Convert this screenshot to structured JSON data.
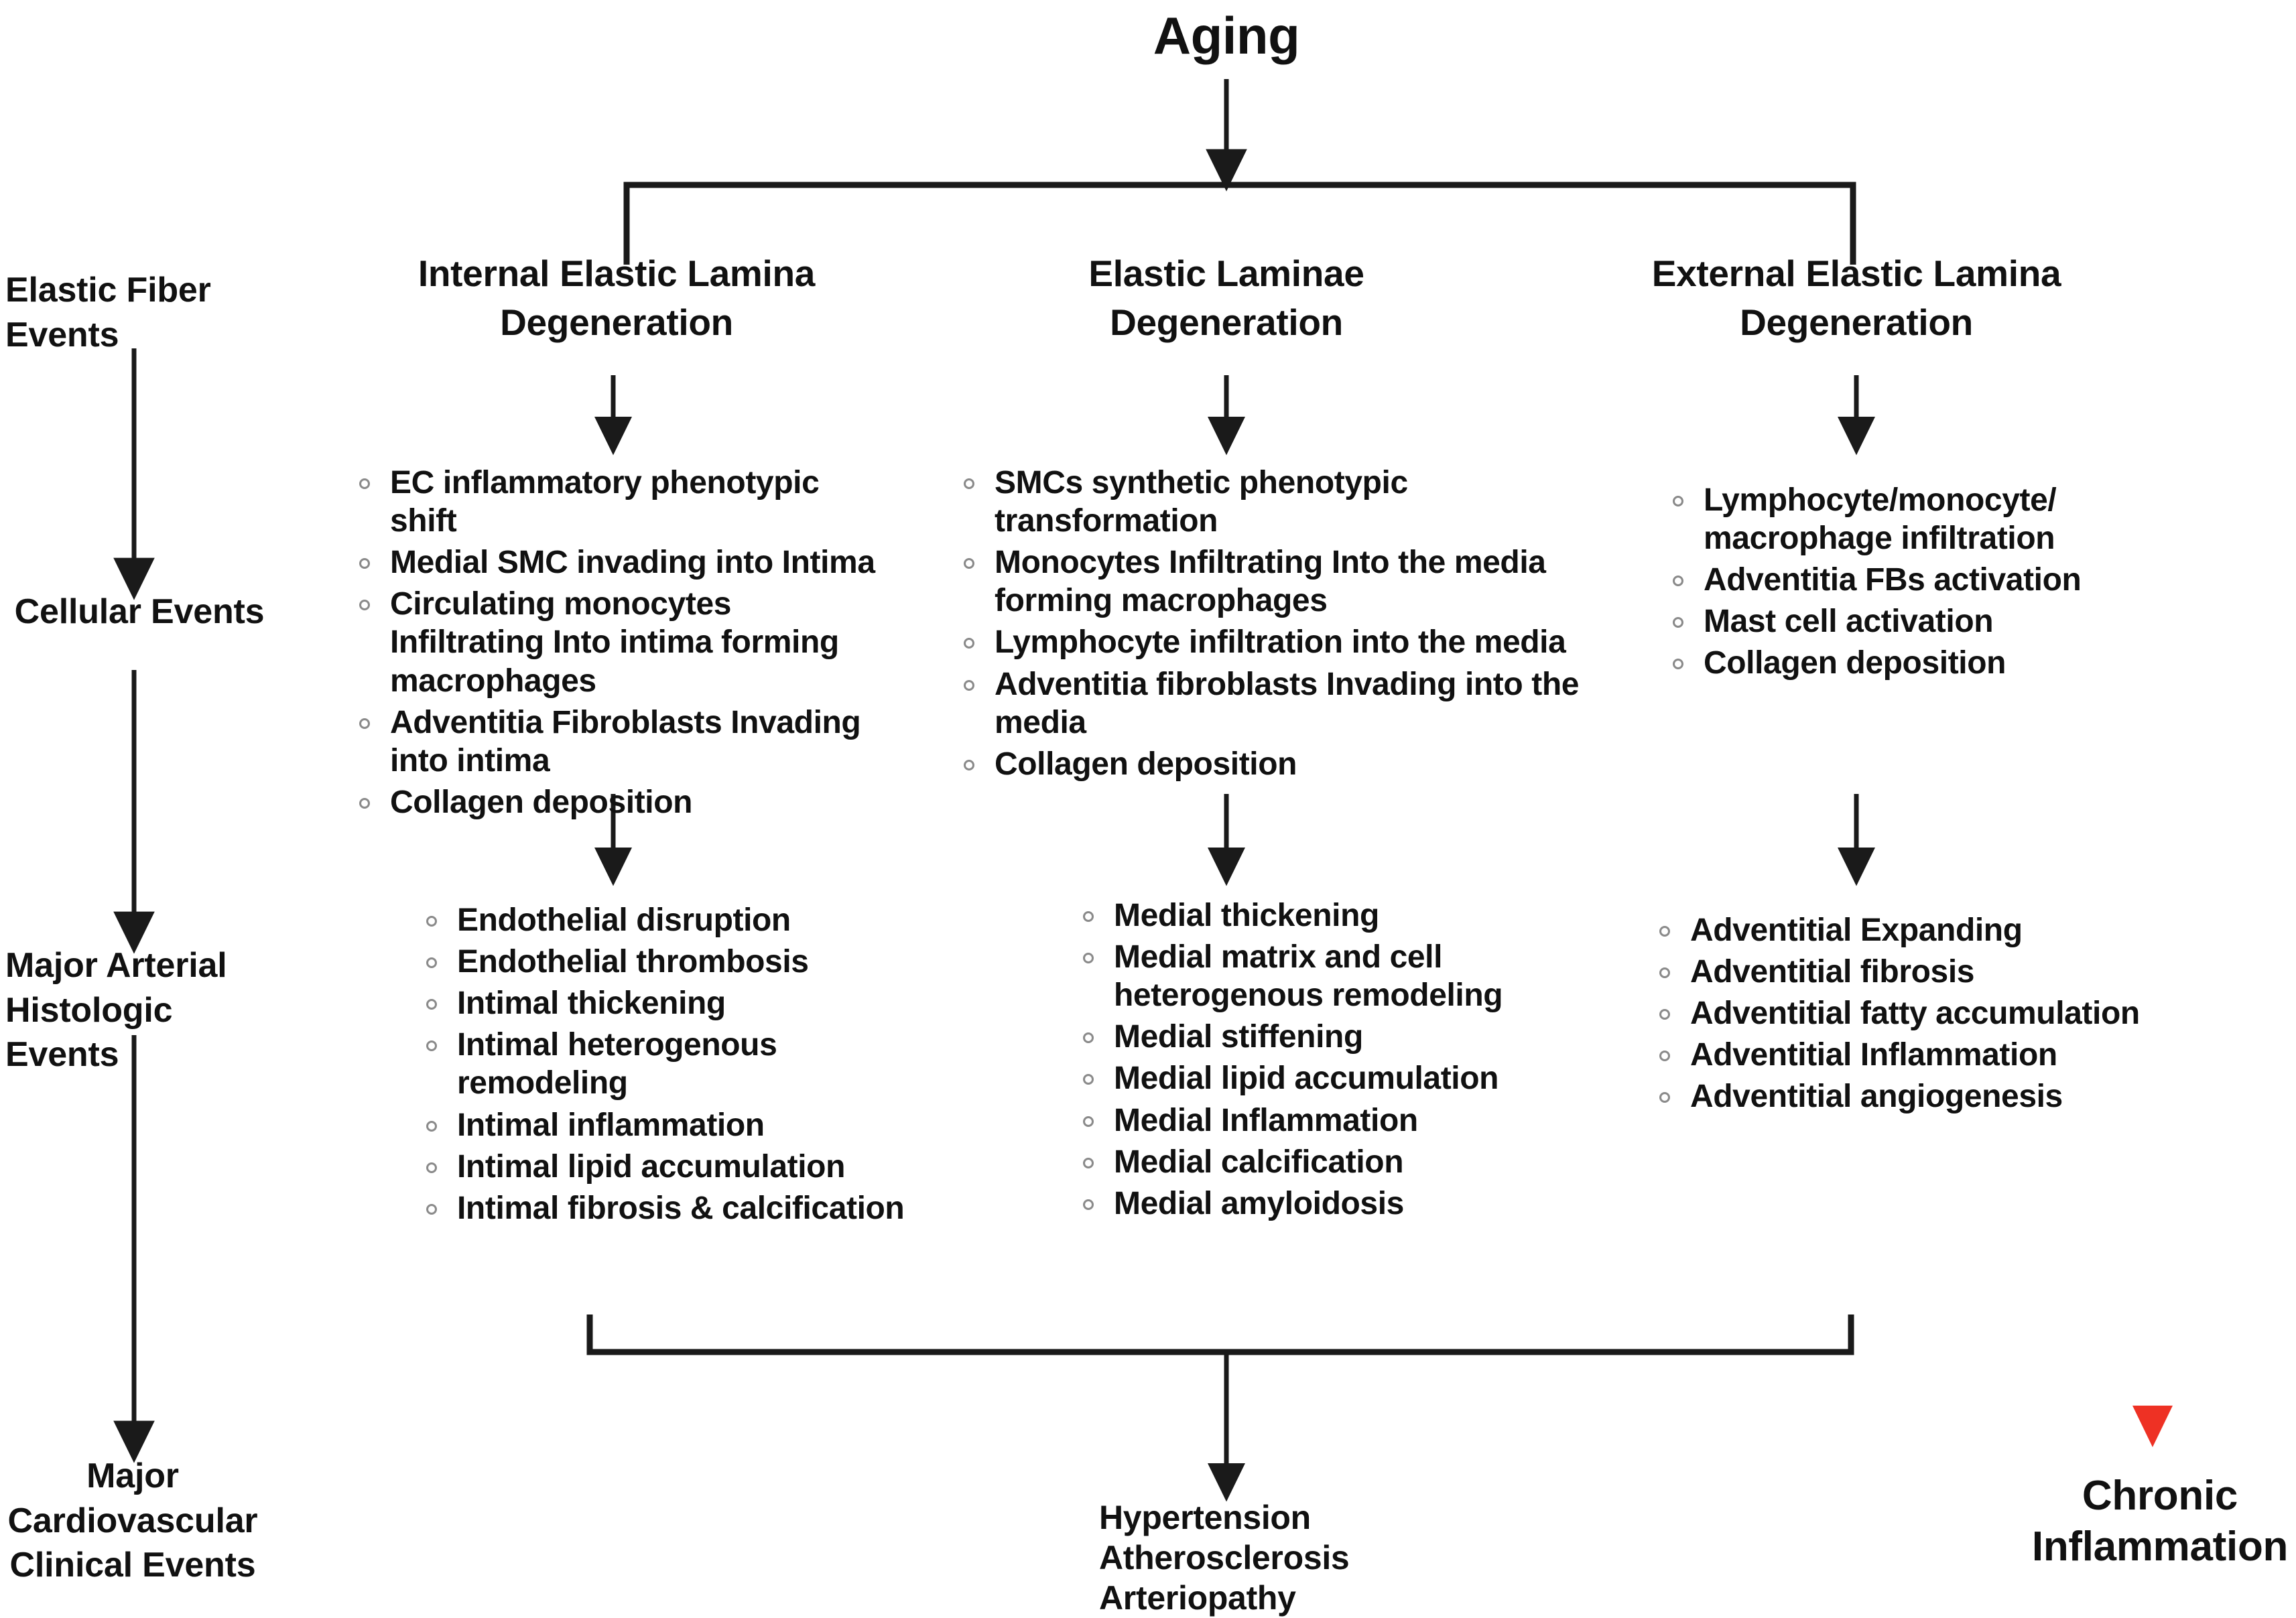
{
  "diagram": {
    "title": "Aging",
    "root_label": "Aging"
  },
  "rail": {
    "items": [
      {
        "label": "Elastic Fiber Events"
      },
      {
        "label": "Cellular Events"
      },
      {
        "label": "Major Arterial\nHistologic Events"
      },
      {
        "label": "Major\nCardiovascular\nClinical Events"
      }
    ],
    "item_0": "Elastic Fiber Events",
    "item_1": "Cellular Events",
    "item_2_line1": "Major Arterial",
    "item_2_line2": "Histologic Events",
    "item_3_line1": "Major",
    "item_3_line2": "Cardiovascular",
    "item_3_line3": "Clinical Events"
  },
  "columns": [
    {
      "heading_line1": "Internal Elastic Lamina",
      "heading_line2": "Degeneration",
      "cellular_events": [
        "EC inflammatory phenotypic shift",
        "Medial SMC invading into  Intima",
        "Circulating monocytes Infiltrating Into intima  forming macrophages",
        "Adventitia Fibroblasts Invading into  intima",
        "Collagen deposition"
      ],
      "histologic_events": [
        "Endothelial disruption",
        "Endothelial thrombosis",
        "Intimal thickening",
        "Intimal heterogenous remodeling",
        "Intimal inflammation",
        "Intimal lipid  accumulation",
        "Intimal fibrosis & calcification"
      ]
    },
    {
      "heading_line1": "Elastic Laminae",
      "heading_line2": "Degeneration",
      "cellular_events": [
        "SMCs  synthetic  phenotypic transformation",
        "Monocytes Infiltrating Into the media forming  macrophages",
        "Lymphocyte infiltration into the media",
        "Adventitia fibroblasts Invading into the media",
        "Collagen deposition"
      ],
      "histologic_events": [
        "Medial thickening",
        "Medial matrix and cell heterogenous remodeling",
        "Medial stiffening",
        "Medial lipid accumulation",
        "Medial Inflammation",
        "Medial calcification",
        "Medial amyloidosis"
      ]
    },
    {
      "heading_line1": "External Elastic Lamina",
      "heading_line2": "Degeneration",
      "cellular_events": [
        "Lymphocyte/monocyte/ macrophage  infiltration",
        "Adventitia FBs activation",
        "Mast cell activation",
        "Collagen deposition"
      ],
      "histologic_events": [
        "Adventitial Expanding",
        "Adventitial  fibrosis",
        "Adventitial fatty accumulation",
        "Adventitial  Inflammation",
        "Adventitial angiogenesis"
      ]
    }
  ],
  "outcome": {
    "line1": "Hypertension",
    "line2": "Atherosclerosis",
    "line3": "Arteriopathy"
  },
  "chronic": {
    "line1": "Chronic",
    "line2": "Inflammation"
  },
  "colors": {
    "text": "#111111",
    "connector": "#1a1a1a",
    "bullet_ring": "#8a8a8a",
    "red_arrow": "#ee3124",
    "background": "#ffffff"
  }
}
